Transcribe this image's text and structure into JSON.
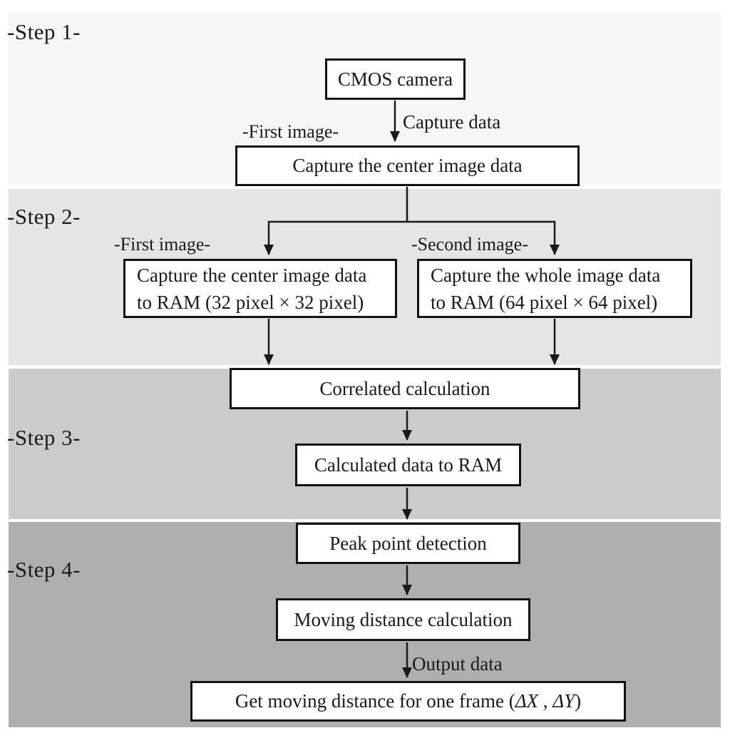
{
  "bands": [
    {
      "label": "-Step 1-",
      "color": "#f6f6f6"
    },
    {
      "label": "-Step 2-",
      "color": "#e5e5e5"
    },
    {
      "label": "-Step 3-",
      "color": "#cbcbcb"
    },
    {
      "label": "-Step 4-",
      "color": "#afafaf"
    }
  ],
  "nodes": {
    "cmos": {
      "label": "CMOS camera"
    },
    "capture_center": {
      "label": "Capture the center image data"
    },
    "center_ram": {
      "line1": "Capture the center image data",
      "line2": "to RAM (32 pixel × 32 pixel)"
    },
    "whole_ram": {
      "line1": "Capture the whole image data",
      "line2": "to RAM (64 pixel × 64 pixel)"
    },
    "correlated": {
      "label": "Correlated calculation"
    },
    "calculated_ram": {
      "label": "Calculated data to RAM"
    },
    "peak": {
      "label": "Peak point detection"
    },
    "moving": {
      "label": "Moving distance calculation"
    },
    "result": {
      "prefix": "Get moving distance for one frame (",
      "dx": "ΔX",
      "sep": " , ",
      "dy": "ΔY",
      "suffix": ")"
    }
  },
  "edge_labels": {
    "capture_data": "Capture data",
    "output_data": "Output data"
  },
  "annotations": {
    "first_image_step1": "-First image-",
    "first_image_step2": "-First image-",
    "second_image": "-Second image-"
  },
  "colors": {
    "line": "#1a1a1a",
    "box_border": "#111111",
    "box_fill": "#ffffff"
  }
}
